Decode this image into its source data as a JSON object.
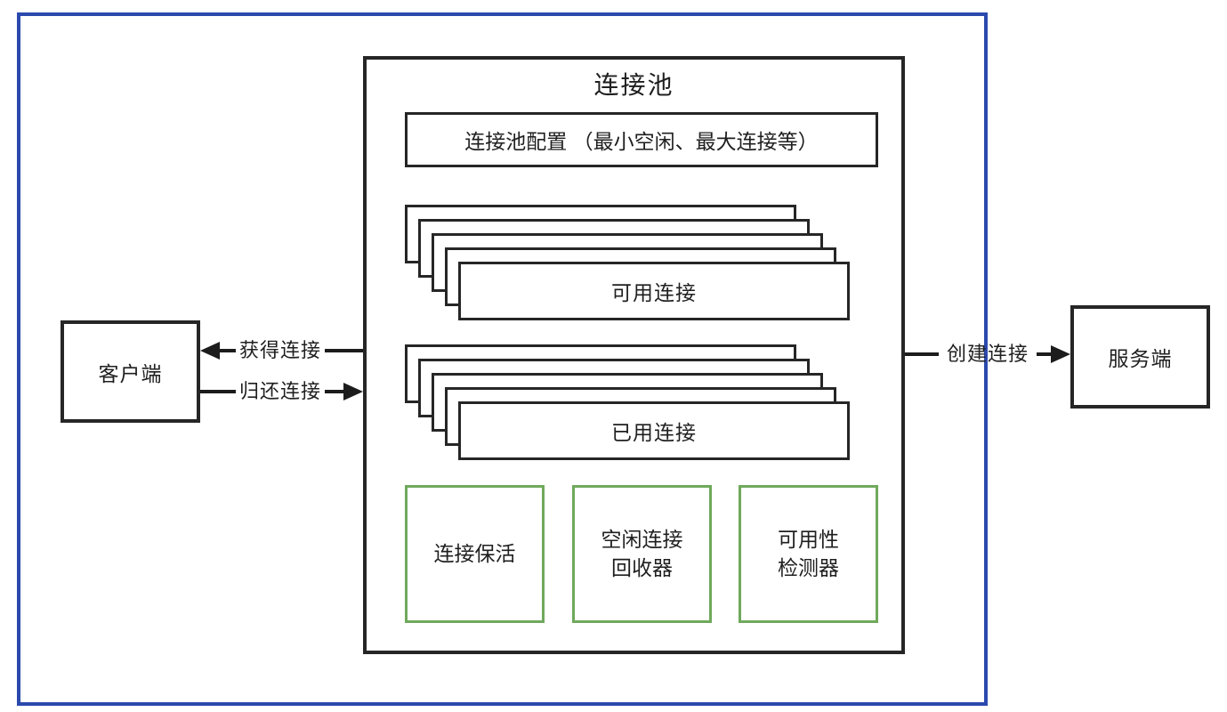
{
  "diagram": {
    "pool": {
      "title": "连接池",
      "config_label": "连接池配置 （最小空闲、最大连接等）",
      "available_stack_label": "可用连接",
      "used_stack_label": "已用连接",
      "components": [
        {
          "label": "连接保活"
        },
        {
          "label": "空闲连接\n回收器"
        },
        {
          "label": "可用性\n检测器"
        }
      ]
    },
    "client": {
      "label": "客户端"
    },
    "server": {
      "label": "服务端"
    },
    "arrows": {
      "acquire_label": "获得连接",
      "return_label": "归还连接",
      "create_label": "创建连接"
    },
    "colors": {
      "outer_border": "#2b49ae",
      "box_border": "#262626",
      "component_border": "#6fa95c",
      "line": "#1c1c1c"
    }
  }
}
